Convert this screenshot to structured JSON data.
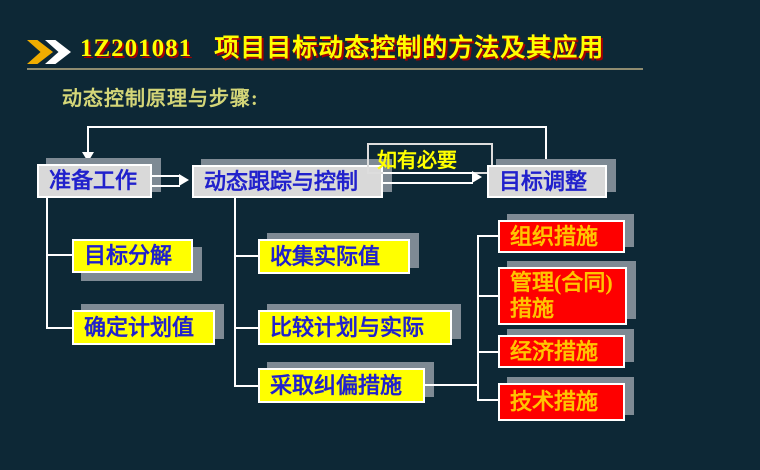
{
  "slide": {
    "header": {
      "code": "1Z201081",
      "title": "项目目标动态控制的方法及其应用",
      "icons": [
        "gold-chevron",
        "white-chevron"
      ]
    },
    "subtitle": "动态控制原理与步骤:",
    "flowchart": {
      "top_row": {
        "prepare": "准备工作",
        "tracking": "动态跟踪与控制",
        "adjust": "目标调整"
      },
      "condition_label": "如有必要",
      "prepare_branch": {
        "decompose": "目标分解",
        "plan_value": "确定计划值"
      },
      "tracking_branch": {
        "collect": "收集实际值",
        "compare": "比较计划与实际",
        "correct": "采取纠偏措施"
      },
      "measures": {
        "org": "组织措施",
        "mgmt": "管理(合同)措施",
        "econ": "经济措施",
        "tech": "技术措施"
      }
    },
    "colors": {
      "background": "#0d2836",
      "title_text": "#ffff00",
      "title_shadow": "#a80000",
      "subtitle_text": "#d4d678",
      "box_grey": "#d9d9d9",
      "box_yellow": "#ffff00",
      "box_red": "#fe0000",
      "box_blue_text": "#2121cc",
      "measure_text": "#ffc400",
      "box_shadow": "#7e8a94",
      "connector": "#ffffff",
      "divider": "#8f8c70"
    }
  }
}
